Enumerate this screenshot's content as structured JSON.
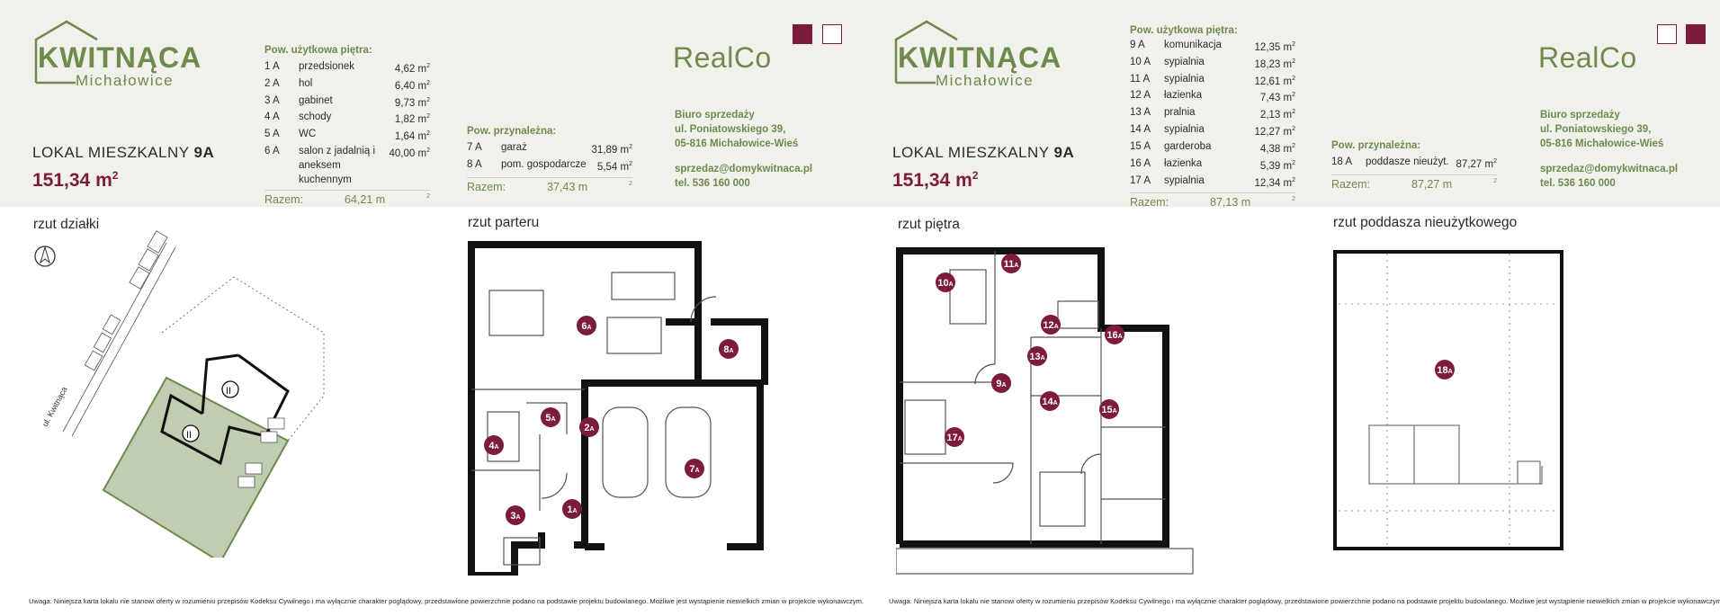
{
  "brand": {
    "name": "KWITNĄCA",
    "sub": "Michałowice",
    "company": "RealCo"
  },
  "colors": {
    "accent": "#7d1b3c",
    "green": "#6e8a4c",
    "band": "#f1f1ec"
  },
  "unit": {
    "title_prefix": "LOKAL MIESZKALNY",
    "number": "9A",
    "area": "151,34 m",
    "area_sup": "2"
  },
  "office": {
    "line1": "Biuro sprzedaży",
    "line2": "ul. Poniatowskiego 39,",
    "line3": "05-816 Michałowice-Wieś",
    "email": "sprzedaz@domykwitnaca.pl",
    "phone": "tel. 536 160 000"
  },
  "left": {
    "usable_caption": "Pow. użytkowa piętra:",
    "usable_rows": [
      {
        "id": "1 A",
        "name": "przedsionek",
        "area": "4,62 m"
      },
      {
        "id": "2 A",
        "name": "hol",
        "area": "6,40 m"
      },
      {
        "id": "3 A",
        "name": "gabinet",
        "area": "9,73 m"
      },
      {
        "id": "4 A",
        "name": "schody",
        "area": "1,82 m"
      },
      {
        "id": "5 A",
        "name": "WC",
        "area": "1,64 m"
      },
      {
        "id": "6 A",
        "name": "salon z jadalnią i aneksem kuchennym",
        "area": "40,00 m"
      }
    ],
    "usable_total_label": "Razem:",
    "usable_total": "64,21 m",
    "ext_caption": "Pow. przynależna:",
    "ext_rows": [
      {
        "id": "7 A",
        "name": "garaż",
        "area": "31,89 m"
      },
      {
        "id": "8 A",
        "name": "pom. gospodarcze",
        "area": "5,54 m"
      }
    ],
    "ext_total_label": "Razem:",
    "ext_total": "37,43 m",
    "plan1_label": "rzut działki",
    "plan2_label": "rzut parteru",
    "street": "ul. Kwitnąca",
    "note": "Uwaga: Niniejsza karta lokalu nie stanowi oferty w rozumieniu przepisów Kodeksu Cywilnego i ma wyłącznie charakter poglądowy, przedstawione powierzchnie podano na podstawie projektu budowlanego. Możliwe jest wystąpienie niewielkich zmian w projekcie wykonawczym."
  },
  "right": {
    "usable_caption": "Pow. użytkowa piętra:",
    "usable_rows": [
      {
        "id": "9 A",
        "name": "komunikacja",
        "area": "12,35 m"
      },
      {
        "id": "10 A",
        "name": "sypialnia",
        "area": "18,23 m"
      },
      {
        "id": "11 A",
        "name": "sypialnia",
        "area": "12,61 m"
      },
      {
        "id": "12 A",
        "name": "łazienka",
        "area": "7,43 m"
      },
      {
        "id": "13 A",
        "name": "pralnia",
        "area": "2,13 m"
      },
      {
        "id": "14 A",
        "name": "sypialnia",
        "area": "12,27 m"
      },
      {
        "id": "15 A",
        "name": "garderoba",
        "area": "4,38 m"
      },
      {
        "id": "16 A",
        "name": "łazienka",
        "area": "5,39 m"
      },
      {
        "id": "17 A",
        "name": "sypialnia",
        "area": "12,34 m"
      }
    ],
    "usable_total_label": "Razem:",
    "usable_total": "87,13 m",
    "ext_caption": "Pow. przynależna:",
    "ext_rows": [
      {
        "id": "18 A",
        "name": "poddasze nieużyt.",
        "area": "87,27 m"
      }
    ],
    "ext_total_label": "Razem:",
    "ext_total": "87,27 m",
    "plan1_label": "rzut piętra",
    "plan2_label": "rzut poddasza nieużytkowego",
    "note": "Uwaga: Niniejsza karta lokalu nie stanowi oferty w rozumieniu przepisów Kodeksu Cywilnego i ma wyłącznie charakter poglądowy, przedstawione powierzchnie podano na podstawie projektu budowlanego. Możliwe jest wystąpienie niewielkich zmian w projekcie wykonawczym."
  },
  "markers": {
    "ground": [
      "1",
      "2",
      "3",
      "4",
      "5",
      "6",
      "7",
      "8"
    ],
    "upper": [
      "9",
      "10",
      "11",
      "12",
      "13",
      "14",
      "15",
      "16",
      "17"
    ],
    "attic": [
      "18"
    ],
    "suffix": "A"
  },
  "site": {
    "plot_mark": "II"
  }
}
